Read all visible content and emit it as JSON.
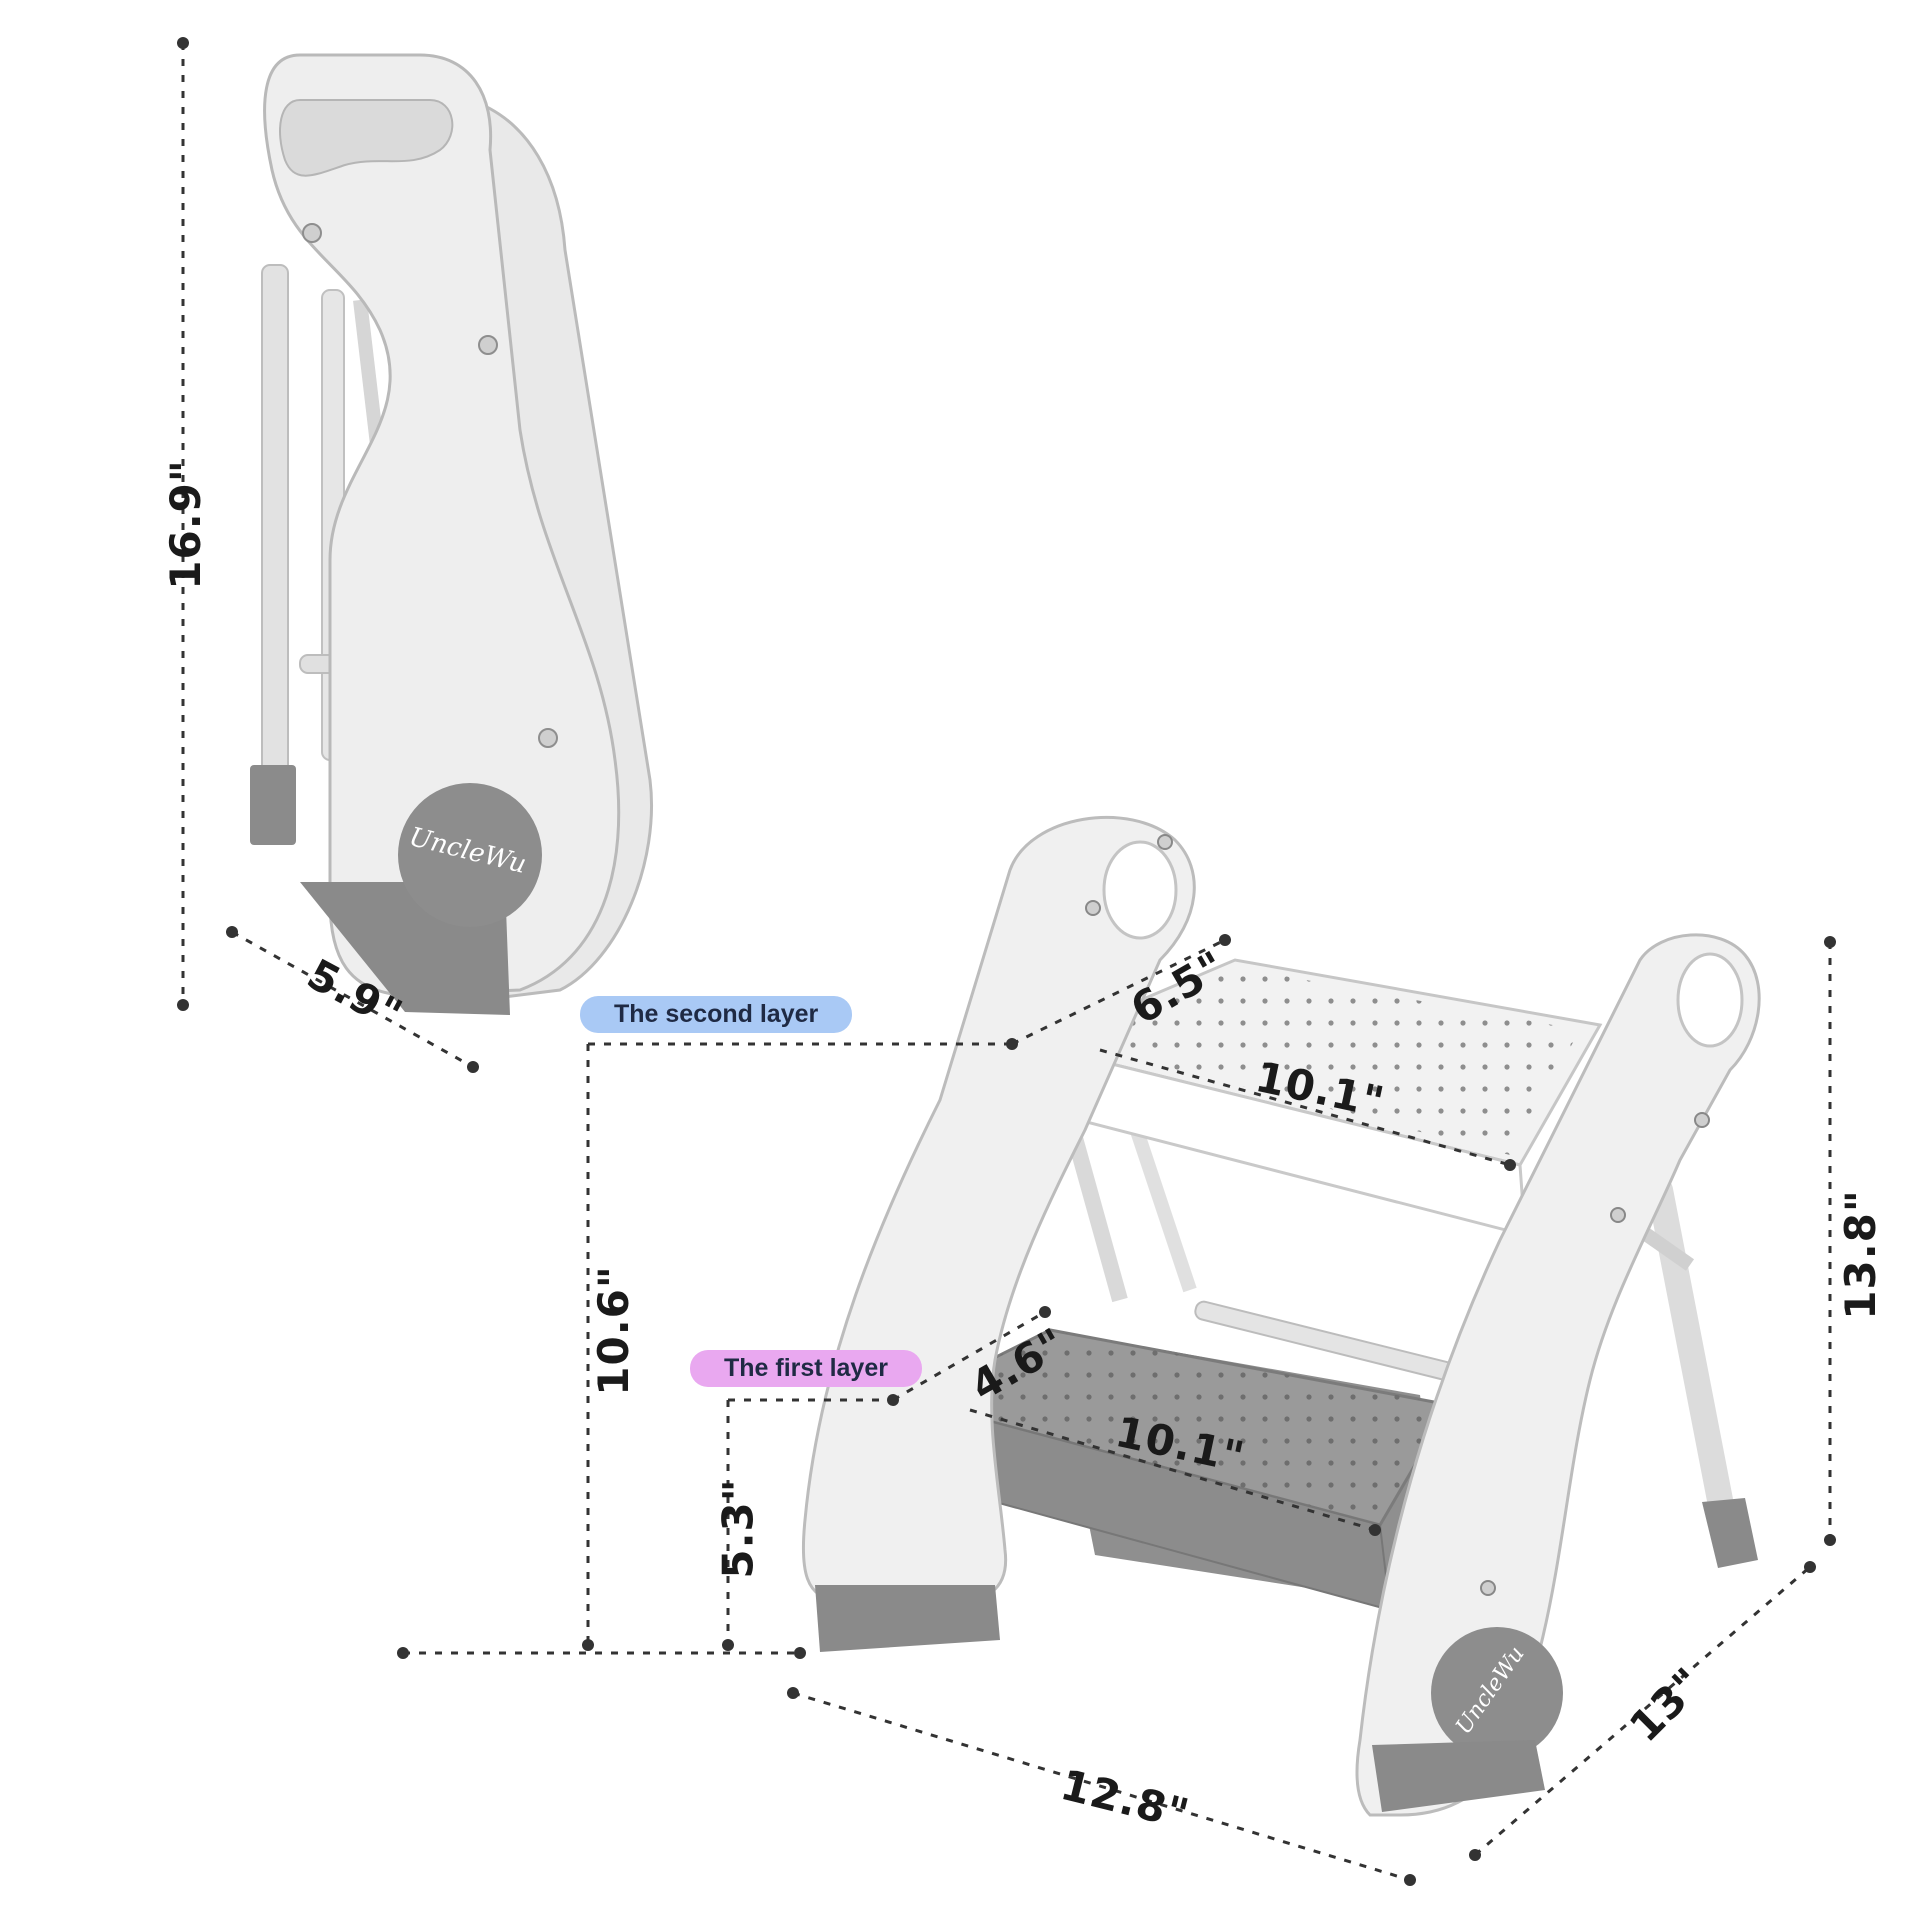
{
  "brand": "UncleWu",
  "colors": {
    "body": "#eeeeee",
    "body_shadow": "#c9c9c9",
    "outline": "#b8b8b8",
    "dark_gray": "#8a8a8a",
    "second_layer_pill": "#a9c9f5",
    "first_layer_pill": "#e9a8f0",
    "dotted_line": "#333333"
  },
  "labels": {
    "second_layer": "The second layer",
    "first_layer": "The first layer"
  },
  "dimensions": {
    "folded_height": "16.9\"",
    "folded_depth": "5.9\"",
    "top_step_depth": "6.5\"",
    "top_step_width": "10.1\"",
    "second_layer_height": "10.6\"",
    "bottom_step_depth": "4.6\"",
    "bottom_step_width": "10.1\"",
    "first_layer_height": "5.3\"",
    "open_width": "12.8\"",
    "open_depth": "13\"",
    "open_height": "13.8\""
  }
}
